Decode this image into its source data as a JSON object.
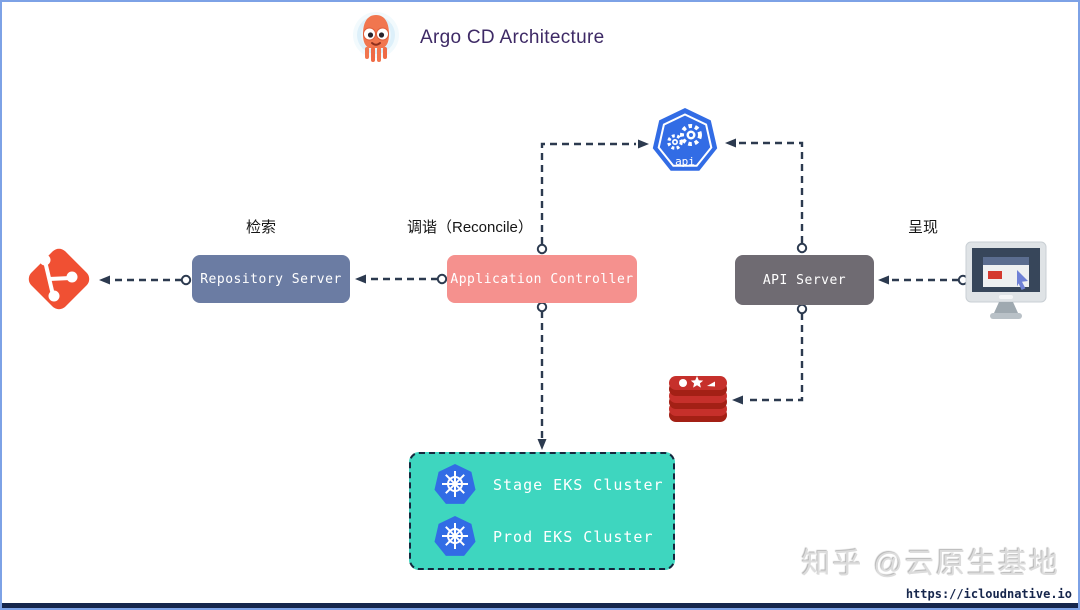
{
  "header": {
    "title": "Argo CD Architecture",
    "title_color": "#3e2a66",
    "logo_icon": "argo-octopus-icon"
  },
  "flow_labels": {
    "retrieve": "检索",
    "reconcile": "调谐（Reconcile）",
    "present": "呈现"
  },
  "nodes": {
    "repository_server": {
      "label": "Repository Server",
      "color": "#6b7ca3"
    },
    "application_controller": {
      "label": "Application Controller",
      "color": "#f5918e"
    },
    "api_server": {
      "label": "API Server",
      "color": "#6f6b72"
    },
    "kubernetes_api": {
      "label": "api",
      "icon": "kubernetes-api-icon",
      "color": "#326ce5"
    },
    "git_repository": {
      "icon": "git-icon",
      "color": "#f05033"
    },
    "redis": {
      "icon": "redis-icon",
      "color": "#c6302b"
    },
    "user_terminal": {
      "icon": "monitor-icon"
    },
    "eks_clusters": {
      "color": "#3ed6bf",
      "items": [
        {
          "icon": "kubernetes-icon",
          "label": "Stage EKS Cluster"
        },
        {
          "icon": "kubernetes-icon",
          "label": "Prod EKS Cluster"
        }
      ]
    }
  },
  "connectors": {
    "color": "#2c3a4f",
    "style": "dashed",
    "edges": [
      "repository-server -> git",
      "application-controller -> repository-server",
      "application-controller -> kubernetes-api",
      "api-server -> kubernetes-api",
      "user-terminal -> api-server",
      "api-server -> redis",
      "application-controller -> eks-clusters"
    ]
  },
  "watermark": {
    "credit": "知乎 @云原生基地",
    "url": "https://icloudnative.io"
  }
}
